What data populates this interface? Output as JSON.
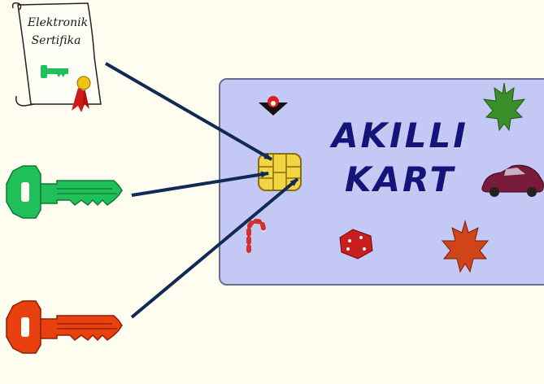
{
  "certificate": {
    "line1": "Elektronik",
    "line2": "Sertifika"
  },
  "card": {
    "title_line1": "AKILLI",
    "title_line2": "KART"
  },
  "colors": {
    "background": "#fffdf0",
    "card": "#c4c8f4",
    "arrow": "#0f2a55",
    "green_key": "#1fbf5a",
    "red_key": "#e8400e",
    "chip": "#f2d544"
  },
  "icons": [
    "certificate-scroll-icon",
    "green-key-icon",
    "red-key-icon",
    "chip-icon",
    "pokeball-icon",
    "maple-leaf-icon",
    "car-icon",
    "candy-cane-icon",
    "dice-icon",
    "autumn-leaf-icon"
  ]
}
